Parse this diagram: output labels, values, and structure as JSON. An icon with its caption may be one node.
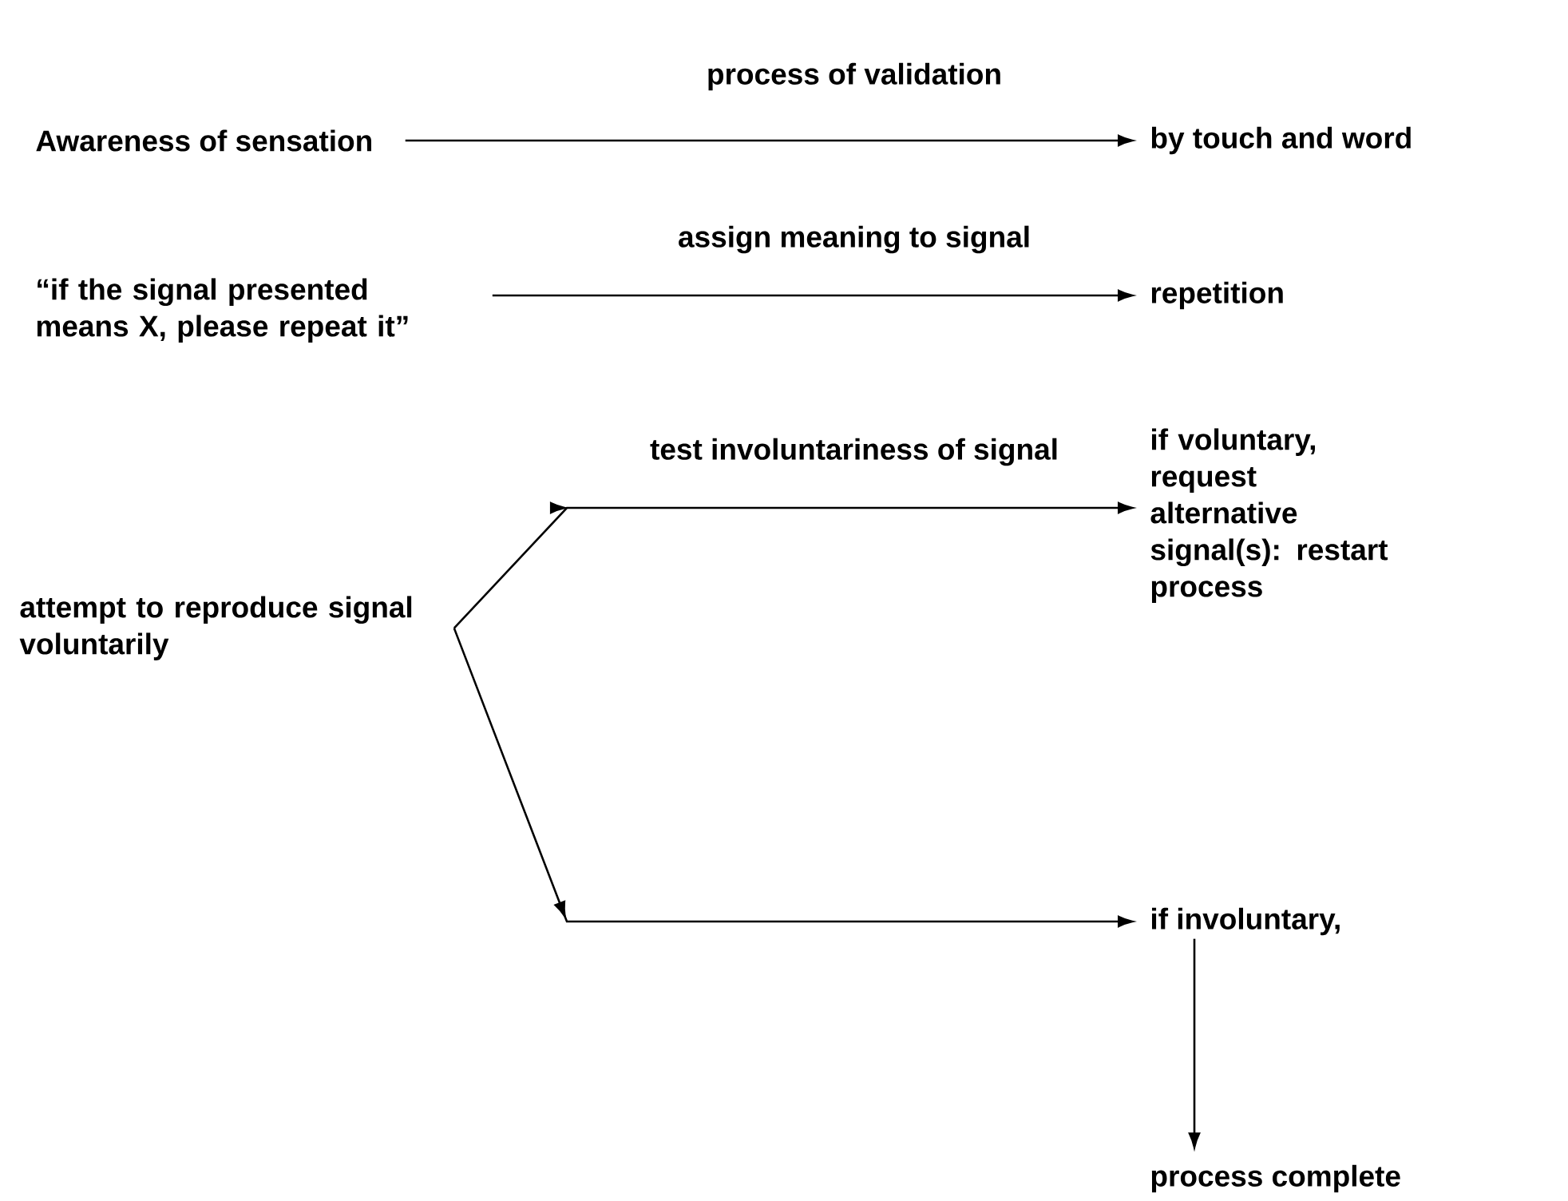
{
  "diagram": {
    "nodes": [
      {
        "text": [
          "Awareness of sensation"
        ]
      },
      {
        "text": [
          "by touch and word"
        ]
      },
      {
        "text": [
          "“if the signal presented means X, please repeat it”"
        ]
      },
      {
        "text": [
          "repetition"
        ]
      },
      {
        "text": [
          "attempt to reproduce signal voluntarily"
        ]
      },
      {
        "text": [
          "if voluntary, request alternative signal(s): restart process"
        ]
      },
      {
        "text": [
          "if involuntary,"
        ]
      },
      {
        "text": [
          "process complete"
        ]
      }
    ],
    "edges": [
      {
        "from": 0,
        "to": 1,
        "arrow": "to",
        "label": "process of validation"
      },
      {
        "from": 2,
        "to": 3,
        "arrow": "to",
        "label": "assign meaning to signal"
      },
      {
        "from": 4,
        "to": 5,
        "arrow": "to",
        "label": "test involuntariness of signal"
      },
      {
        "from": 4,
        "to": 6,
        "arrow": "to"
      },
      {
        "from": 6,
        "to": 7,
        "arrow": "to"
      }
    ]
  }
}
